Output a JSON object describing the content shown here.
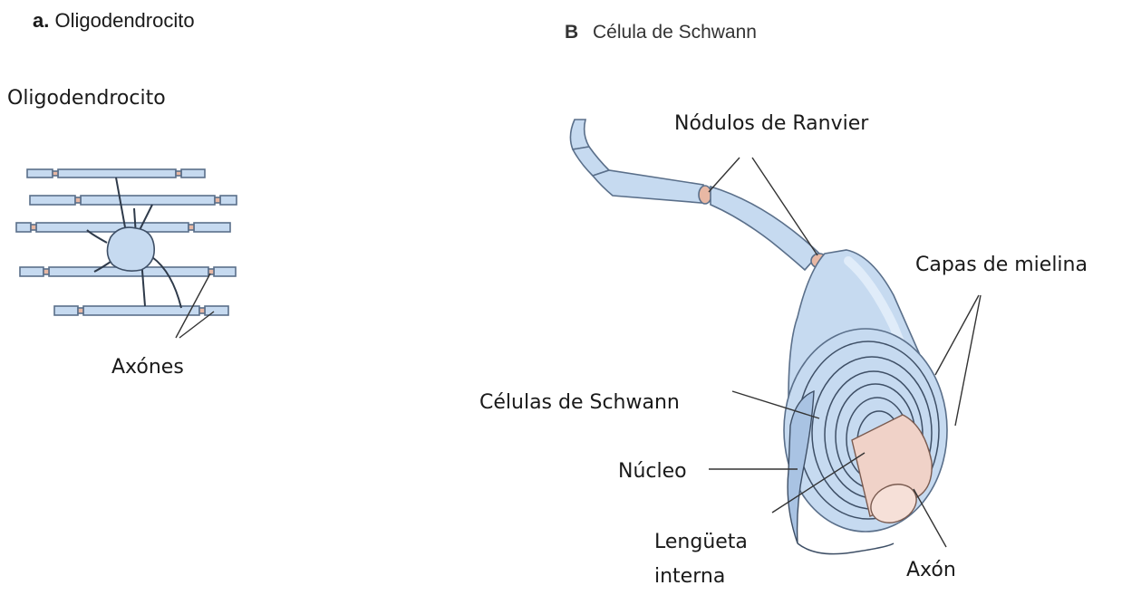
{
  "panel_a": {
    "title_letter": "a.",
    "title_text": "Oligodendrocito",
    "cell_label": "Oligodendrocito",
    "axons_label": "Axónes"
  },
  "panel_b": {
    "title_letter": "B",
    "title_text": "Célula de Schwann",
    "nodes_label": "Nódulos de Ranvier",
    "myelin_label": "Capas de mielina",
    "schwann_label": "Células de Schwann",
    "nucleus_label": "Núcleo",
    "tongue_label_line1": "Lengüeta",
    "tongue_label_line2": "interna",
    "axon_label": "Axón"
  },
  "colors": {
    "sheath": "#c6daf0",
    "sheath_dark": "#a9c3e3",
    "outline": "#5a6f8a",
    "node": "#e8b8a4",
    "axon": "#f0d2c8",
    "leader": "#333333"
  }
}
